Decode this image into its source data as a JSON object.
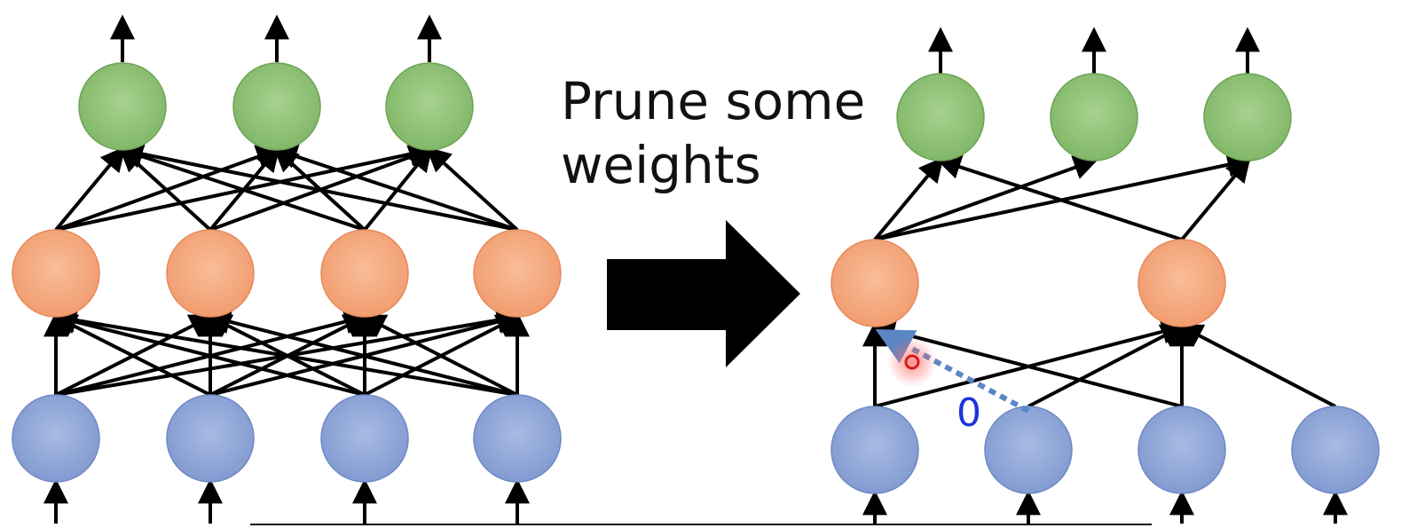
{
  "caption": {
    "line1": "Prune some",
    "line2": "weights"
  },
  "pruned_weight_label": "0",
  "colors": {
    "output_node": "#8cbd72",
    "hidden_node": "#f4a57b",
    "input_node": "#8ea6d8",
    "edge": "#000000",
    "pruned_edge": "#5b86c6",
    "zero_label": "#1d34d8",
    "arrow": "#000000",
    "cursor": "#e53935"
  },
  "networks": {
    "before": {
      "layers": [
        "input",
        "hidden",
        "output"
      ],
      "node_counts": [
        4,
        4,
        3
      ],
      "connectivity": "fully-connected"
    },
    "after": {
      "layers": [
        "input",
        "hidden",
        "output"
      ],
      "node_counts": [
        4,
        2,
        3
      ],
      "connectivity": "pruned"
    }
  }
}
